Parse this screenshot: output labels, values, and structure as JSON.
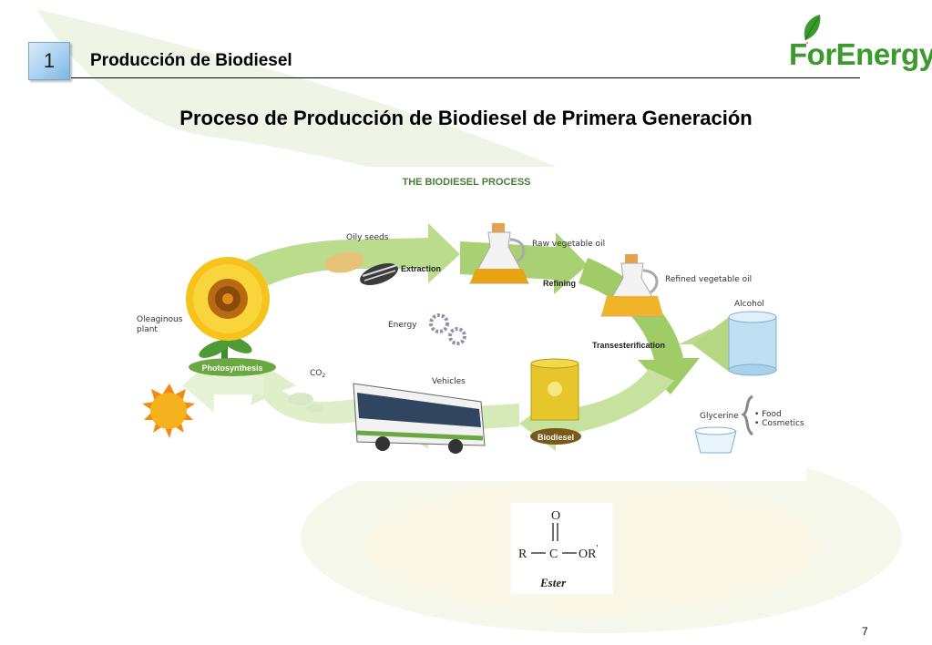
{
  "header": {
    "section_number": "1",
    "section_title": "Producción de Biodiesel",
    "logo_text": "ForEnergy"
  },
  "main": {
    "title": "Proceso de Producción de Biodiesel de Primera Generación"
  },
  "diagram": {
    "heading": "THE BIODIESEL PROCESS",
    "labels": {
      "oily_seeds": "Oily seeds",
      "extraction": "Extraction",
      "raw_oil": "Raw vegetable oil",
      "refining": "Refining",
      "refined_oil": "Refined vegetable oil",
      "alcohol": "Alcohol",
      "transesterification": "Transesterification",
      "oleaginous": "Oleaginous",
      "plant": "plant",
      "photosynthesis": "Photosynthesis",
      "energy": "Energy",
      "co2": "CO",
      "co2_sub": "2",
      "vehicles": "Vehicles",
      "biodiesel": "Biodiesel",
      "glycerine": "Glycerine",
      "food": "• Food",
      "cosmetics": "• Cosmetics"
    },
    "colors": {
      "arrow_green": "#b9d98a",
      "arrow_light": "#e3f0cf",
      "oil": "#e8a415",
      "sun": "#f5b21c"
    }
  },
  "ester": {
    "o_top": "O",
    "r": "R",
    "c": "C",
    "or": "OR",
    "prime": "'",
    "label": "Ester"
  },
  "footer": {
    "page_number": "7"
  }
}
